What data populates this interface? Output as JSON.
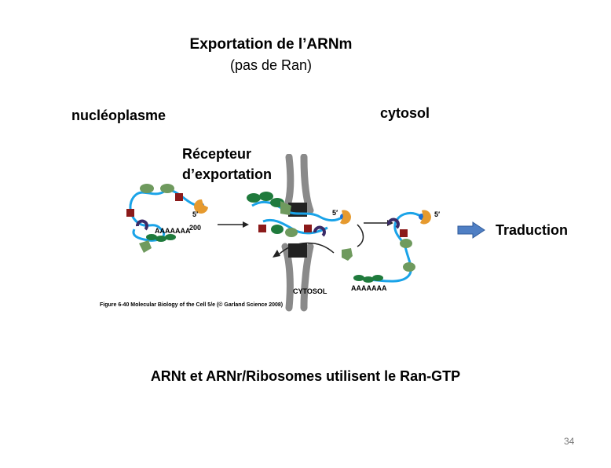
{
  "slide": {
    "title": "Exportation de l’ARNm",
    "subtitle": "(pas de Ran)",
    "label_nucleoplasm": "nucléoplasme",
    "label_cytosol": "cytosol",
    "label_receptor_line1": "Récepteur",
    "label_receptor_line2": "d’exportation",
    "label_translation": "Traduction",
    "footer": "ARNt et ARNr/Ribosomes utilisent le Ran-GTP",
    "page_number": "34"
  },
  "figure": {
    "label_5prime": "5′",
    "label_5prime_b": "5′",
    "label_5prime_c": "5′",
    "label_polyA": "AAAAAAA",
    "label_polyA_b": "AAAAAAA",
    "label_200": "200",
    "label_cytosol_caps": "CYTOSOL",
    "caption": "Figure 6-40  Molecular Biology of the Cell 5/e (© Garland Science 2008)"
  },
  "colors": {
    "rna": "#1aa3e8",
    "protein_green": "#1f7a3c",
    "protein_sage": "#6f9a5e",
    "protein_red": "#8b1a1a",
    "cap_orange": "#e69a2e",
    "protein_purple": "#3a2a66",
    "pore_gray": "#8a8a8a",
    "arrow_blue": "#4f7fc4"
  }
}
